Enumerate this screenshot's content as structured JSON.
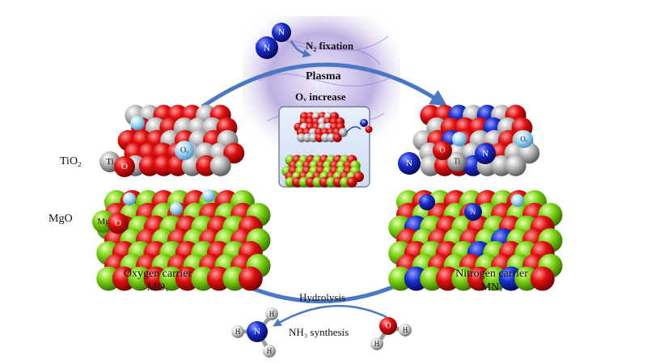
{
  "top": {
    "n2_fixation": "N₂ fixation",
    "plasma": "Plasma",
    "ov_increase": "Oᵥ increase"
  },
  "left": {
    "tio2": "TiO₂",
    "mgo": "MgO",
    "ti_atom": "Ti",
    "mg_atom": "Mg",
    "o_atom": "O",
    "ov_atom": "Oᵥ",
    "carrier_name": "Oxygen carrier",
    "carrier_formula": "MOₓ"
  },
  "right": {
    "n_atom": "N",
    "ti_atom": "Ti",
    "o_atom": "O",
    "ov_atom": "Oᵥ",
    "carrier_name": "Nitrogen carrier",
    "carrier_formula": "MNₓ"
  },
  "bottom": {
    "hydrolysis": "Hydrolysis",
    "nh3_synthesis": "NH₃ synthesis",
    "h_atom": "H",
    "n_atom": "N",
    "o_atom": "O"
  },
  "colors": {
    "arrow": "#4a78c2",
    "oxygen": "#e01010",
    "titanium": "#b8b8b8",
    "magnesium": "#7cd414",
    "nitrogen": "#1a2fd0",
    "vacancy": "#9fd3f2",
    "hydrogen": "#d9d9d9",
    "plasma_glow": "#b7a7de"
  }
}
